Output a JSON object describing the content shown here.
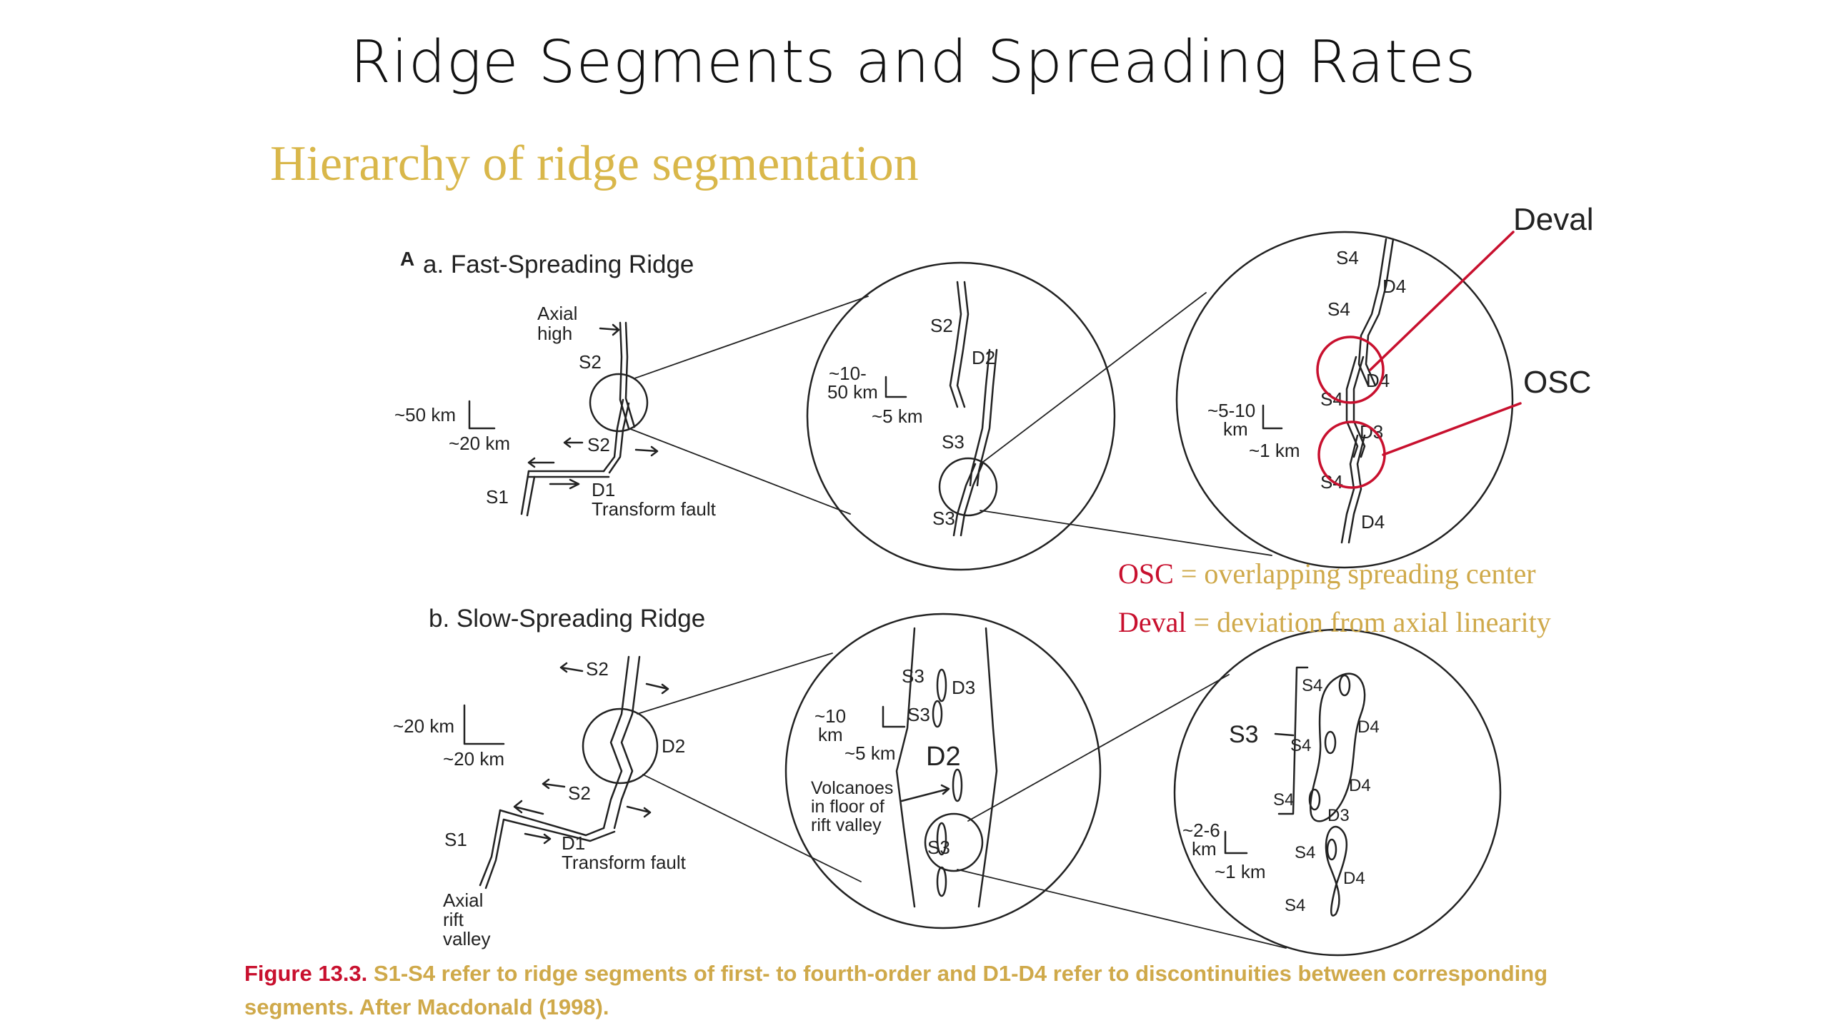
{
  "slide": {
    "title": "Ridge Segments and Spreading Rates",
    "subtitle": "Hierarchy of ridge segmentation"
  },
  "colors": {
    "accent_red": "#c8102e",
    "gold": "#cfa94a",
    "ink": "#222222"
  },
  "callouts": {
    "deval": "Deval",
    "osc": "OSC"
  },
  "legend": [
    {
      "key": "OSC",
      "text": " = overlapping spreading center"
    },
    {
      "key": "Deval",
      "text": " = deviation from axial linearity"
    }
  ],
  "caption": {
    "label": "Figure 13.3.",
    "text": " S1-S4 refer to ridge segments of first- to fourth-order and D1-D4 refer to discontinuities between corresponding segments. After Macdonald (1998)."
  },
  "figure": {
    "panel_letter": "A",
    "fast": {
      "heading": "a. Fast-Spreading Ridge",
      "axial_high": [
        "Axial",
        "high"
      ],
      "scale": {
        "v": "~50 km",
        "h": "~20 km"
      },
      "labels": {
        "s2_top": "S2",
        "s2_mid": "S2",
        "s1": "S1",
        "d1": "D1",
        "transform": "Transform fault"
      },
      "zoom1": {
        "s2": "S2",
        "d2": "D2",
        "s3": "S3",
        "s3b": "S3",
        "scale": {
          "v1": "~10-",
          "v2": "50 km",
          "h": "~5 km"
        }
      },
      "zoom2": {
        "s4a": "S4",
        "d4a": "D4",
        "s4b": "S4",
        "d4b": "D4",
        "s4c": "S4",
        "d3": "D3",
        "s4d": "S4",
        "d4c": "D4",
        "scale": {
          "v1": "~5-10",
          "v2": "km",
          "h": "~1 km"
        }
      }
    },
    "slow": {
      "heading": "b. Slow-Spreading Ridge",
      "scale": {
        "v": "~20 km",
        "h": "~20 km"
      },
      "labels": {
        "s2_top": "S2",
        "s2_mid": "S2",
        "d2": "D2",
        "s1": "S1",
        "d1": "D1",
        "transform": "Transform fault",
        "rift": [
          "Axial",
          "rift",
          "valley"
        ]
      },
      "zoom1": {
        "s3a": "S3",
        "d3": "D3",
        "s3b": "S3",
        "d2": "D2",
        "s3c": "S3",
        "volcano": [
          "Volcanoes",
          "in floor of",
          "rift valley"
        ],
        "scale": {
          "v1": "~10",
          "v2": "km",
          "h": "~5 km"
        }
      },
      "zoom2": {
        "s3": "S3",
        "s4a": "S4",
        "d4a": "D4",
        "s4b": "S4",
        "d4b": "D4",
        "s4c": "S4",
        "d3": "D3",
        "s4d": "S4",
        "d4c": "D4",
        "s4e": "S4",
        "scale": {
          "v1": "~2-6",
          "v2": "km",
          "h": "~1 km"
        }
      }
    }
  }
}
